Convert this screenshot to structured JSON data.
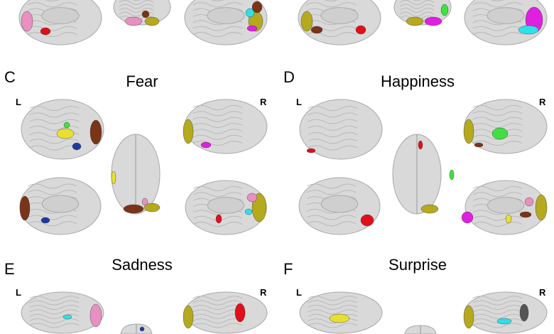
{
  "panels": [
    {
      "letter": "C",
      "title": "Fear",
      "left_label": "L",
      "right_label": "R"
    },
    {
      "letter": "D",
      "title": "Happiness",
      "left_label": "L",
      "right_label": "R"
    },
    {
      "letter": "E",
      "title": "Sadness",
      "left_label": "L",
      "right_label": "R"
    },
    {
      "letter": "F",
      "title": "Surprise",
      "left_label": "L",
      "right_label": "R"
    }
  ],
  "colors": {
    "brain": "#d9d9d9",
    "brain_stroke": "#a8a8a8",
    "medial_wall": "#cfcfcf",
    "red": "#e0101a",
    "yellow": "#e8e030",
    "olive": "#b5a91e",
    "brown": "#7a3418",
    "blue": "#1f3a9c",
    "green": "#40e040",
    "pink": "#e890c0",
    "magenta": "#e020e0",
    "cyan": "#30e0e8"
  }
}
